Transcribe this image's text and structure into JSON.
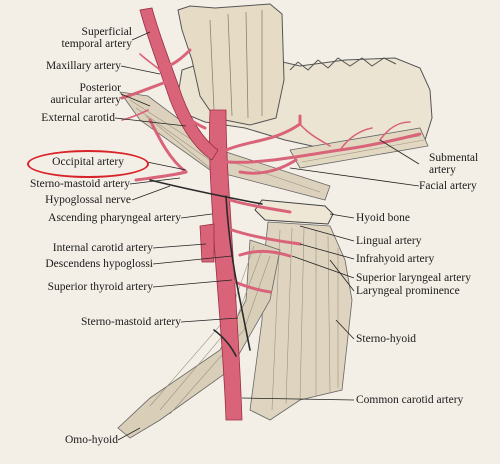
{
  "diagram": {
    "highlight_color": "#d8232a",
    "artery_color": "#d9647a",
    "nerve_color": "#2a2a2a",
    "labels_left": [
      {
        "id": "superficial-temporal-artery",
        "lines": [
          "Superficial",
          "temporal artery"
        ]
      },
      {
        "id": "maxillary-artery",
        "lines": [
          "Maxillary artery"
        ]
      },
      {
        "id": "posterior-auricular-artery",
        "lines": [
          "Posterior",
          "auricular artery"
        ]
      },
      {
        "id": "external-carotid",
        "lines": [
          "External carotid"
        ]
      },
      {
        "id": "occipital-artery",
        "lines": [
          "Occipital artery"
        ]
      },
      {
        "id": "sterno-mastoid-artery-upper",
        "lines": [
          "Sterno-mastoid artery"
        ]
      },
      {
        "id": "hypoglossal-nerve",
        "lines": [
          "Hypoglossal nerve"
        ]
      },
      {
        "id": "ascending-pharyngeal-artery",
        "lines": [
          "Ascending pharyngeal artery"
        ]
      },
      {
        "id": "internal-carotid-artery",
        "lines": [
          "Internal carotid artery"
        ]
      },
      {
        "id": "descendens-hypoglossi",
        "lines": [
          "Descendens hypoglossi"
        ]
      },
      {
        "id": "superior-thyroid-artery",
        "lines": [
          "Superior thyroid artery"
        ]
      },
      {
        "id": "sterno-mastoid-artery-lower",
        "lines": [
          "Sterno-mastoid artery"
        ]
      },
      {
        "id": "omo-hyoid",
        "lines": [
          "Omo-hyoid"
        ]
      }
    ],
    "labels_right": [
      {
        "id": "submental-artery",
        "lines": [
          "Submental",
          "artery"
        ]
      },
      {
        "id": "facial-artery",
        "lines": [
          "Facial artery"
        ]
      },
      {
        "id": "hyoid-bone",
        "lines": [
          "Hyoid bone"
        ]
      },
      {
        "id": "lingual-artery",
        "lines": [
          "Lingual artery"
        ]
      },
      {
        "id": "infrahyoid-artery",
        "lines": [
          "Infrahyoid artery"
        ]
      },
      {
        "id": "superior-laryngeal-artery",
        "lines": [
          "Superior laryngeal artery"
        ]
      },
      {
        "id": "laryngeal-prominence",
        "lines": [
          "Laryngeal prominence"
        ]
      },
      {
        "id": "sterno-hyoid",
        "lines": [
          "Sterno-hyoid"
        ]
      },
      {
        "id": "common-carotid-artery",
        "lines": [
          "Common carotid artery"
        ]
      }
    ],
    "highlighted_label": "occipital-artery"
  }
}
